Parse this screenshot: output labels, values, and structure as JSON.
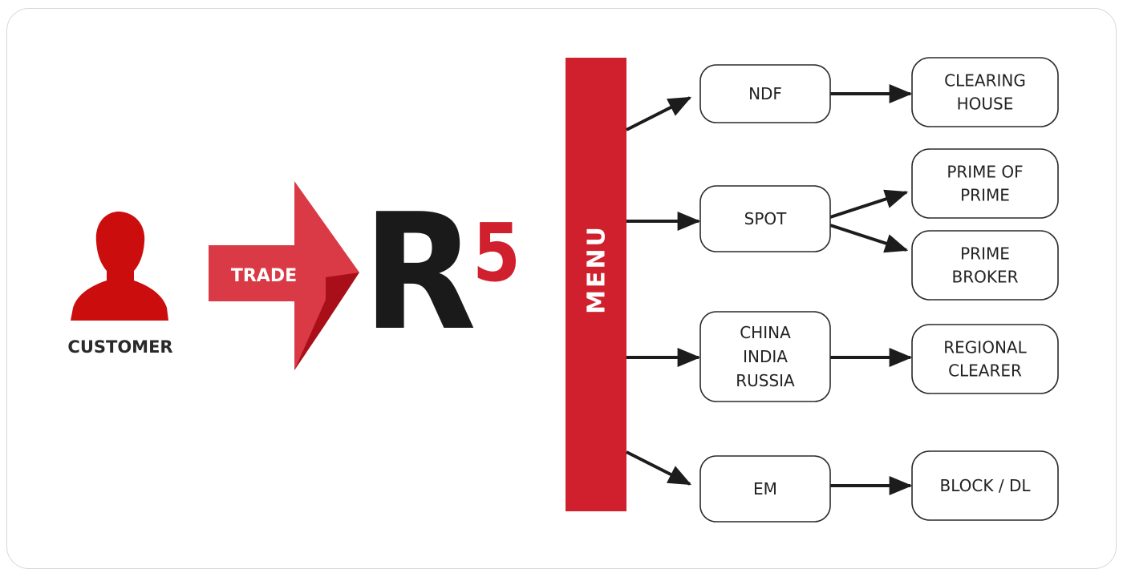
{
  "colors": {
    "accent_red": "#d0202e",
    "arrow_red_light": "#da3a45",
    "arrow_red_dark": "#a90f18",
    "customer_red": "#cc0d0d",
    "logo_black": "#1a1a1a",
    "box_border": "#2a2a2a",
    "edge_black": "#1c1c1c"
  },
  "icons": {
    "customer": "person-silhouette-icon",
    "trade_arrow": "large-arrow-right-icon",
    "logo": "r5-logo"
  },
  "customer": {
    "label": "CUSTOMER"
  },
  "trade": {
    "label": "TRADE"
  },
  "logo": {
    "letter": "R",
    "superscript": "5"
  },
  "menu": {
    "label": "MENU"
  },
  "products": {
    "ndf": {
      "lines": [
        "NDF"
      ]
    },
    "spot": {
      "lines": [
        "SPOT"
      ]
    },
    "cir": {
      "lines": [
        "CHINA",
        "INDIA",
        "RUSSIA"
      ]
    },
    "em": {
      "lines": [
        "EM"
      ]
    }
  },
  "destinations": {
    "clearing_house": {
      "lines": [
        "CLEARING",
        "HOUSE"
      ]
    },
    "prime_of_prime": {
      "lines": [
        "PRIME OF",
        "PRIME"
      ]
    },
    "prime_broker": {
      "lines": [
        "PRIME",
        "BROKER"
      ]
    },
    "regional_clearer": {
      "lines": [
        "REGIONAL",
        "CLEARER"
      ]
    },
    "block_dl": {
      "lines": [
        "BLOCK / DL"
      ]
    }
  }
}
